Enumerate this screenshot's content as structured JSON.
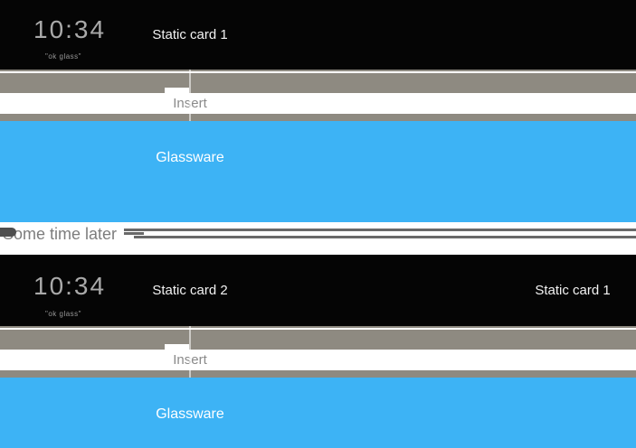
{
  "colors": {
    "card_black": "#050505",
    "timeline_gray": "#8e8a81",
    "glassware_blue": "#3db3f5",
    "separator_line": "#696969",
    "pill_dark": "#4e4e4e",
    "muted_text": "#7d7d7d",
    "insert_text": "#8a8a8a",
    "clock_text": "#a9a9a9",
    "okglass_text": "#979797",
    "card_title_text": "#f2f2f2"
  },
  "before": {
    "clock_time": "10:34",
    "clock_hint": "\"ok glass\"",
    "card1_label": "Static card 1",
    "insert_label": "Insert",
    "glassware_label": "Glassware"
  },
  "separator": {
    "label": "Some time later"
  },
  "after": {
    "clock_time": "10:34",
    "clock_hint": "\"ok glass\"",
    "card1_label": "Static card 2",
    "card2_label": "Static card 1",
    "insert_label": "Insert",
    "glassware_label": "Glassware"
  }
}
